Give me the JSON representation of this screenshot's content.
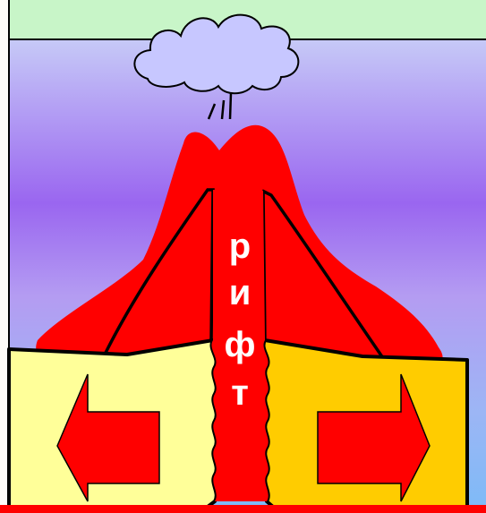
{
  "diagram": {
    "rift_label_letters": [
      "р",
      "и",
      "ф",
      "т"
    ],
    "colors": {
      "sky_top": "#c8f5c8",
      "sky_blue": "#bcc8f8",
      "sky_purple": "#9a66f0",
      "sky_bottom": "#7fbaf7",
      "volcano_red": "#ff0000",
      "left_plate": "#ffff99",
      "right_plate": "#ffcc00",
      "arrow": "#ff0000",
      "cloud": "#c7c7ff",
      "outline": "#000000",
      "label": "#ffffff"
    },
    "icons": [
      "ash-cloud-icon",
      "left-arrow-icon",
      "right-arrow-icon"
    ]
  }
}
